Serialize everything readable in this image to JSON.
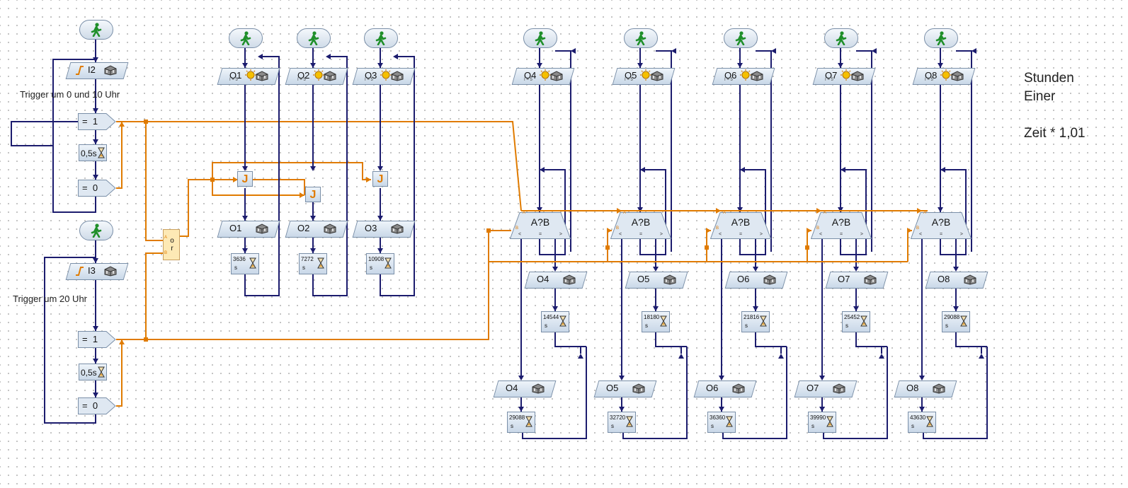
{
  "notes": {
    "trigger_a": "Trigger um 0 und 10 Uhr",
    "trigger_b": "Trigger um 20 Uhr"
  },
  "title": {
    "line1": "Stunden",
    "line2": "Einer",
    "line3": "Zeit * 1,01"
  },
  "inputs": {
    "i2": "I2",
    "i3": "I3"
  },
  "branches": {
    "eq1": "=  1",
    "eq0": "=  0"
  },
  "waits": {
    "half": "0,5s"
  },
  "or_gate": {
    "label": "o\nr",
    "port_a": "A",
    "port_b": "B"
  },
  "jk_label": "J",
  "unit": "s",
  "lamp_sub": "I = 5",
  "compare": {
    "label": "A?B",
    "port_a": "A",
    "port_b": "B",
    "lt": "<",
    "eq": "=",
    "gt": ">"
  },
  "small_columns": [
    {
      "top": "O1",
      "mid": "O1",
      "delay": "3636"
    },
    {
      "top": "O2",
      "mid": "O2",
      "delay": "7272"
    },
    {
      "top": "O3",
      "mid": "O3",
      "delay": "10908"
    }
  ],
  "big_columns": [
    {
      "top": "O4",
      "right": "O4",
      "right_delay": "14544",
      "left": "O4",
      "left_delay": "29088"
    },
    {
      "top": "O5",
      "right": "O5",
      "right_delay": "18180",
      "left": "O5",
      "left_delay": "32720"
    },
    {
      "top": "O6",
      "right": "O6",
      "right_delay": "21816",
      "left": "O6",
      "left_delay": "36360"
    },
    {
      "top": "O7",
      "right": "O7",
      "right_delay": "25452",
      "left": "O7",
      "left_delay": "39990"
    },
    {
      "top": "O8",
      "right": "O8",
      "right_delay": "29088",
      "left": "O8",
      "left_delay": "43630"
    }
  ],
  "colors": {
    "flow": "#1c1c6e",
    "signal": "#e07b00",
    "block": "#c9d8e8",
    "or_gate": "#fde9b5"
  }
}
